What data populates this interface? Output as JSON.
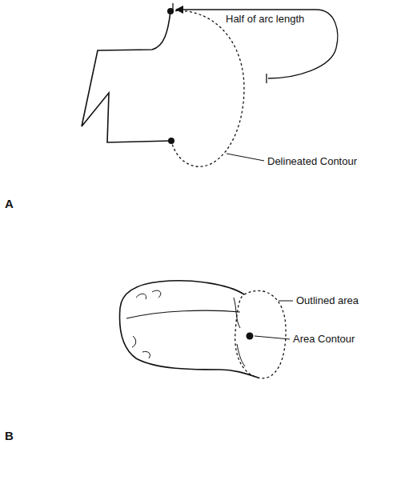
{
  "diagram": {
    "labels": [
      "Half of arc length",
      "Delineated Contour",
      "A",
      "Outlined area",
      "Area Contour",
      "B"
    ]
  }
}
